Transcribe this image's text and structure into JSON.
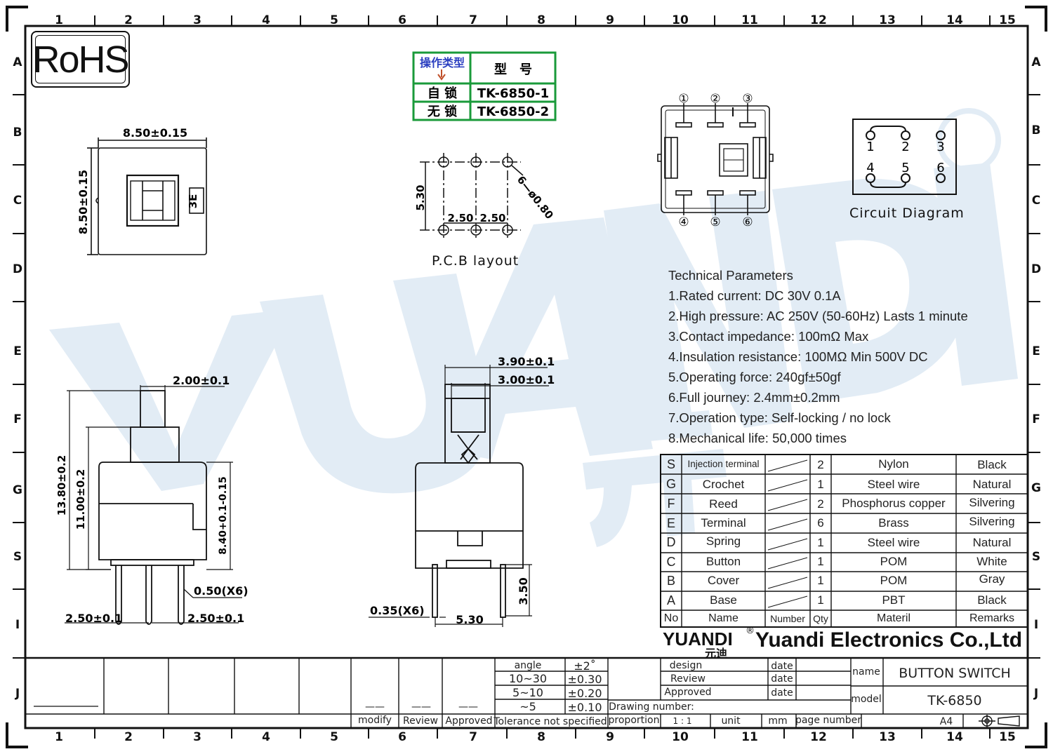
{
  "rohs": "RoHS",
  "grid": {
    "cols": [
      "1",
      "2",
      "3",
      "4",
      "5",
      "6",
      "7",
      "8",
      "9",
      "10",
      "11",
      "12",
      "13",
      "14",
      "15"
    ],
    "rows": [
      "A",
      "B",
      "C",
      "D",
      "E",
      "F",
      "G",
      "S",
      "I",
      "J"
    ]
  },
  "model_table": {
    "header": [
      "操作类型",
      "型　号"
    ],
    "rows": [
      [
        "自 锁",
        "TK-6850-1"
      ],
      [
        "无 锁",
        "TK-6850-2"
      ]
    ]
  },
  "top_view": {
    "width": "8.50±0.15",
    "height": "8.50±0.15",
    "mark": "3E"
  },
  "pcb": {
    "spacing_a": "2.50",
    "spacing_b": "2.50",
    "height": "5.30",
    "holes": "6—ø0.80",
    "title": "P.C.B  layout"
  },
  "pins": [
    "①",
    "②",
    "③",
    "④",
    "⑤",
    "⑥"
  ],
  "circuit": {
    "title": "Circuit  Diagram",
    "labels": [
      "1",
      "2",
      "3",
      "4",
      "5",
      "6"
    ]
  },
  "technical": {
    "title": "Technical Parameters",
    "items": [
      "1.Rated current: DC 30V 0.1A",
      "2.High pressure: AC 250V  (50-60Hz)  Lasts 1 minute",
      "3.Contact impedance: 100mΩ Max",
      "4.Insulation resistance: 100MΩ Min 500V DC",
      "5.Operating force: 240gf±50gf",
      "6.Full journey: 2.4mm±0.2mm",
      "7.Operation type: Self-locking / no lock",
      "8.Mechanical life: 50,000 times"
    ]
  },
  "front_view": {
    "button_width": "2.00±0.1",
    "total_height": "13.80±0.2",
    "body_height": "11.00±0.2",
    "case_height": "8.40+0.1-0.15",
    "pin_width": "0.50(X6)",
    "pitch_left": "2.50±0.1",
    "pitch_right": "2.50±0.1"
  },
  "side_view": {
    "top_width": "3.90±0.1",
    "inner_width": "3.00±0.1",
    "pin_thickness": "0.35(X6)",
    "base_width": "5.30",
    "pin_height": "3.50"
  },
  "bom": {
    "header": [
      "No",
      "Name",
      "Number",
      "Qty",
      "Materil",
      "Remarks"
    ],
    "rows": [
      [
        "S",
        "Injection terminal",
        "2",
        "Nylon",
        "Black"
      ],
      [
        "G",
        "Crochet",
        "1",
        "Steel wire",
        "Natural"
      ],
      [
        "F",
        "Reed",
        "2",
        "Phosphorus copper",
        "Silvering"
      ],
      [
        "E",
        "Terminal",
        "6",
        "Brass",
        "Silvering"
      ],
      [
        "D",
        "Spring",
        "1",
        "Steel wire",
        "Natural"
      ],
      [
        "C",
        "Button",
        "1",
        "POM",
        "White"
      ],
      [
        "B",
        "Cover",
        "1",
        "POM",
        "Gray"
      ],
      [
        "A",
        "Base",
        "1",
        "PBT",
        "Black"
      ]
    ]
  },
  "company": {
    "logo": "YUANDI",
    "logo_cn": "元迪",
    "reg": "®",
    "name": "Yuandi Electronics Co.,Ltd"
  },
  "title_block": {
    "tolerance_labels": [
      "angle",
      "10~30",
      "5~10",
      "~5"
    ],
    "tolerance_values": [
      "±2˚",
      "±0.30",
      "±0.20",
      "±0.10"
    ],
    "dash": "——",
    "modify": "modify",
    "review": "Review",
    "approved": "Approved",
    "tolerance_note": "Tolerance not specified",
    "proportion": "proportion",
    "scale": "1 : 1",
    "unit": "unit",
    "unit_value": "mm",
    "page_number": "page number",
    "paper": "A4",
    "design": "design",
    "review2": "Review",
    "approved2": "Approved",
    "date": "date",
    "drawing_number": "Drawing number:",
    "name_label": "name",
    "name_value": "BUTTON SWITCH",
    "model_label": "model",
    "model_value": "TK-6850"
  },
  "colors": {
    "table_green": "#1a9a3a",
    "table_blue": "#2b3fc0",
    "arrow": "#c0502a",
    "watermark": "#dfeaf4"
  }
}
